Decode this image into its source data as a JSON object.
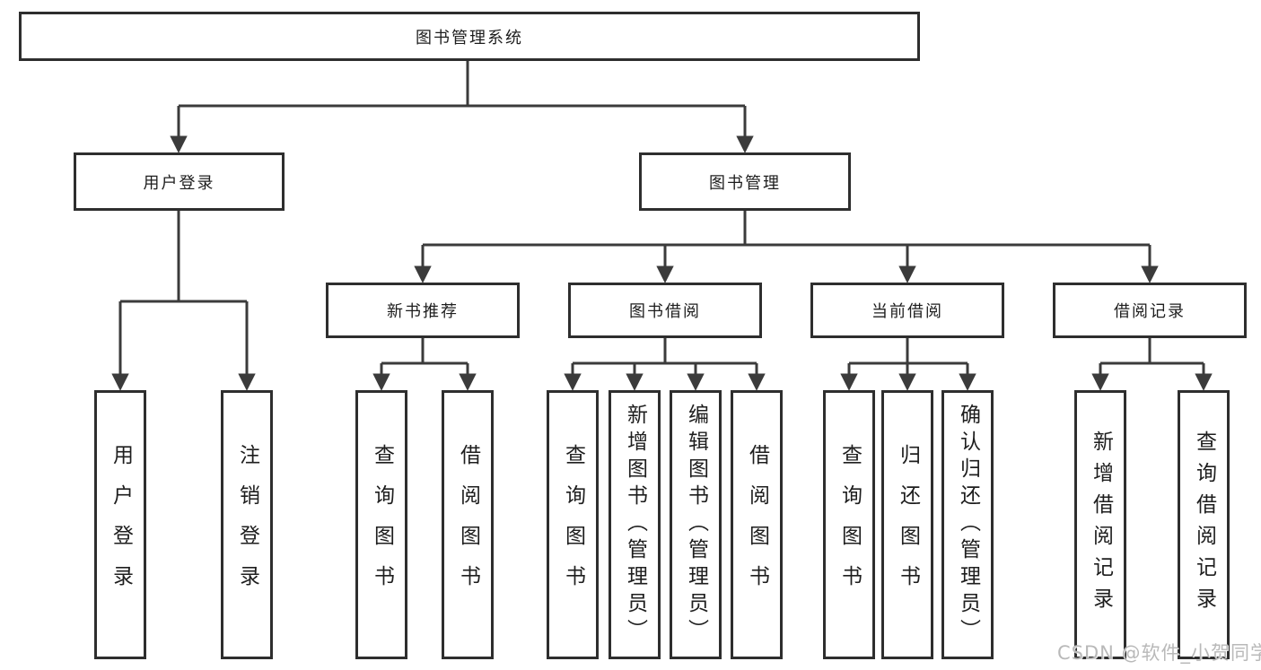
{
  "colors": {
    "background": "#ffffff",
    "box_fill": "#ffffff",
    "box_border": "#2e2e2e",
    "line": "#3b3b3b",
    "text": "#1e1e1e",
    "watermark": "#b9b9b9"
  },
  "watermark": {
    "text": "CSDN @软件_小贺同学"
  },
  "tree": {
    "root": {
      "label": "图书管理系统"
    },
    "branches": [
      {
        "label": "用户登录",
        "children": [
          {
            "label": "用户登录"
          },
          {
            "label": "注销登录"
          }
        ]
      },
      {
        "label": "图书管理",
        "children": [
          {
            "label": "新书推荐",
            "children": [
              {
                "label": "查询图书"
              },
              {
                "label": "借阅图书"
              }
            ]
          },
          {
            "label": "图书借阅",
            "children": [
              {
                "label": "查询图书"
              },
              {
                "label": "新增图书（管理员）"
              },
              {
                "label": "编辑图书（管理员）"
              },
              {
                "label": "借阅图书"
              }
            ]
          },
          {
            "label": "当前借阅",
            "children": [
              {
                "label": "查询图书"
              },
              {
                "label": "归还图书"
              },
              {
                "label": "确认归还（管理员）"
              }
            ]
          },
          {
            "label": "借阅记录",
            "children": [
              {
                "label": "新增借阅记录"
              },
              {
                "label": "查询借阅记录"
              }
            ]
          }
        ]
      }
    ]
  }
}
